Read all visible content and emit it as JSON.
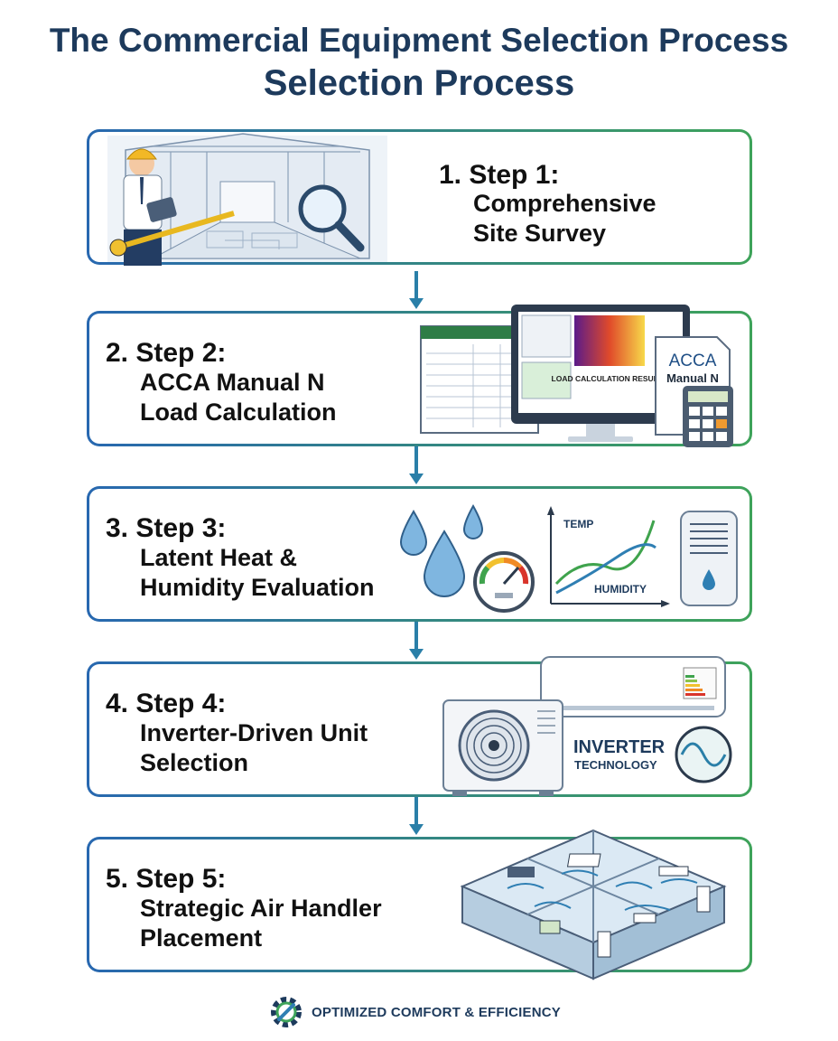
{
  "title_line1": "The Commercial Equipment Selection Process",
  "title_line2": "Selection Process",
  "steps": [
    {
      "number": "1. Step 1:",
      "line1": "Comprehensive",
      "line2": "Site Survey"
    },
    {
      "number": "2. Step 2:",
      "line1": "ACCA Manual N",
      "line2": "Load Calculation"
    },
    {
      "number": "3. Step 3:",
      "line1": "Latent Heat &",
      "line2": "Humidity Evaluation"
    },
    {
      "number": "4. Step 4:",
      "line1": "Inverter-Driven Unit",
      "line2": "Selection"
    },
    {
      "number": "5. Step 5:",
      "line1": "Strategic Air Handler",
      "line2": "Placement"
    }
  ],
  "illustrations": {
    "load_results_label": "LOAD CALCULATION RESULTS.",
    "acca_logo": "ACCA",
    "manual_n": "Manual N",
    "temp_label": "TEMP",
    "humidity_label": "HUMIDITY",
    "inverter_label": "INVERTER",
    "technology_label": "TECHNOLOGY"
  },
  "footer": {
    "text": "OPTIMIZED COMFORT & EFFICIENCY",
    "icon": "gear-wrench-icon"
  },
  "colors": {
    "title": "#1d3a5c",
    "border_start": "#2868b0",
    "border_end": "#3ea35a",
    "arrow": "#2a7fa8"
  }
}
